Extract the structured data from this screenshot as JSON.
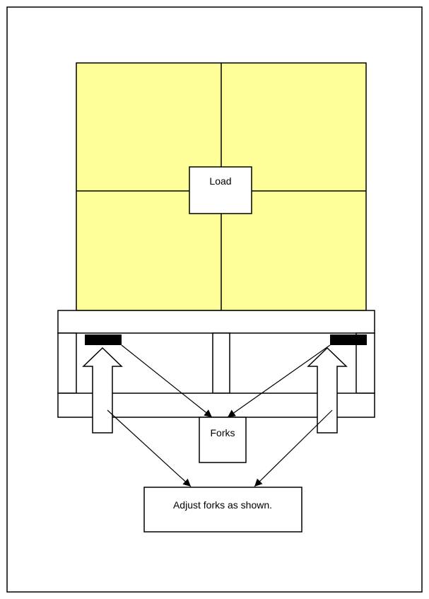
{
  "labels": {
    "load": "Load",
    "forks": "Forks",
    "instruction": "Adjust forks as shown."
  },
  "colors": {
    "load_fill": "#ffff99",
    "outline": "#000000",
    "background": "#ffffff",
    "fork_pad": "#000000"
  }
}
